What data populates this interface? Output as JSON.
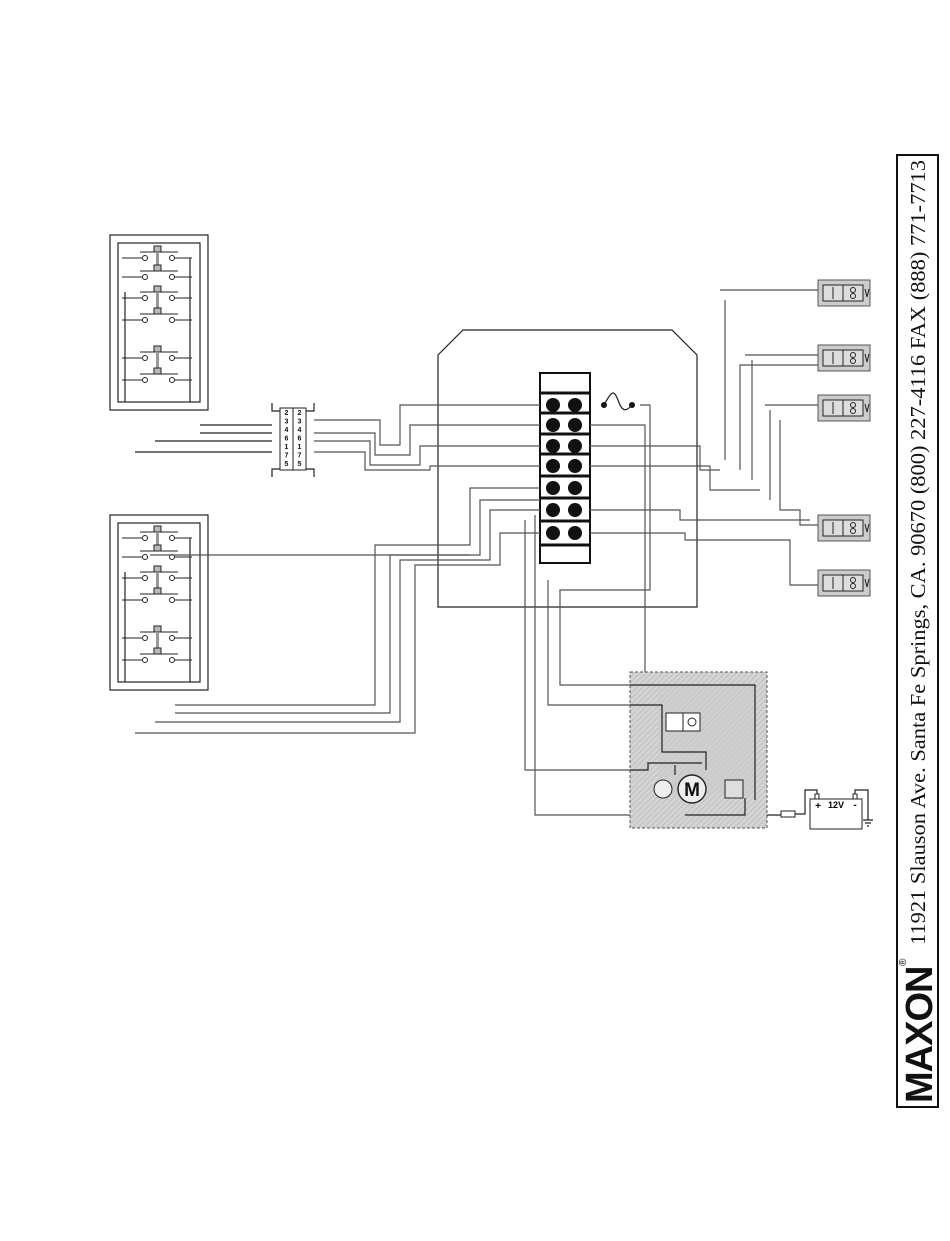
{
  "connector": {
    "left_pins": [
      "2",
      "3",
      "4",
      "6",
      "1",
      "7",
      "5"
    ],
    "right_pins": [
      "2",
      "3",
      "4",
      "6",
      "1",
      "7",
      "5"
    ]
  },
  "pump_unit": {
    "motor_label": "M"
  },
  "battery": {
    "voltage_label": "12V",
    "positive_label": "+",
    "negative_label": "-"
  },
  "footer": {
    "brand": "MAXON",
    "registered_mark": "®",
    "address": "11921 Slauson Ave.   Santa Fe Springs, CA.   90670   (800) 227-4116   FAX (888) 771-7713"
  },
  "colors": {
    "line": "#222222",
    "shade": "#cccccc",
    "terminal": "#111111"
  }
}
